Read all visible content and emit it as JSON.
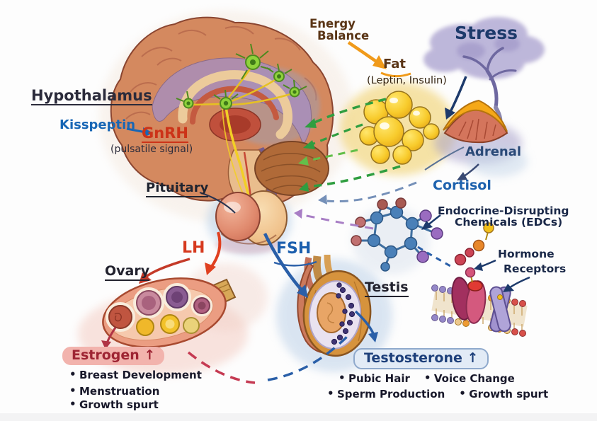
{
  "labels": {
    "hypothalamus": "Hypothalamus",
    "kisspeptin": "Kisspeptin",
    "gnrh": "GnRH",
    "pulsatile": "(pulsatile signal)",
    "pituitary": "Pituitary",
    "energy_line1": "Energy",
    "energy_line2": "Balance",
    "fat": "Fat",
    "leptin_insulin": "(Leptin, Insulin)",
    "stress": "Stress",
    "adrenal": "Adrenal",
    "cortisol": "Cortisol",
    "edc_line1": "Endocrine-Disrupting",
    "edc_line2": "Chemicals (EDCs)",
    "hormone": "Hormone",
    "receptors": "Receptors",
    "lh": "LH",
    "fsh": "FSH",
    "ovary": "Ovary",
    "testis": "Testis",
    "estrogen": "Estrogen ↑",
    "testosterone": "Testosterone ↑"
  },
  "estrogen_effects": [
    "Breast Development",
    "Menstruation",
    "Growth spurt"
  ],
  "testosterone_effects": [
    "Pubic Hair",
    "Voice Change",
    "Sperm Production",
    "Growth spurt"
  ],
  "colors": {
    "kisspeptin_blue": "#1766b5",
    "gnrh_red": "#cc3318",
    "lh_red": "#d6391e",
    "fsh_blue": "#1c5fae",
    "stress_navy": "#1d3a6b",
    "cortisol_blue": "#1e62ae",
    "energy_brown": "#5a3516",
    "estrogen_maroon": "#9e2433",
    "estrogen_pill_pink": "#f2b3ad",
    "testosterone_navy": "#1d3f7a",
    "testosterone_pill_blue": "#e2ebf6",
    "feedback_green": "#2f9e40",
    "edc_purple": "#a87ec5",
    "body_text": "#18182a"
  }
}
